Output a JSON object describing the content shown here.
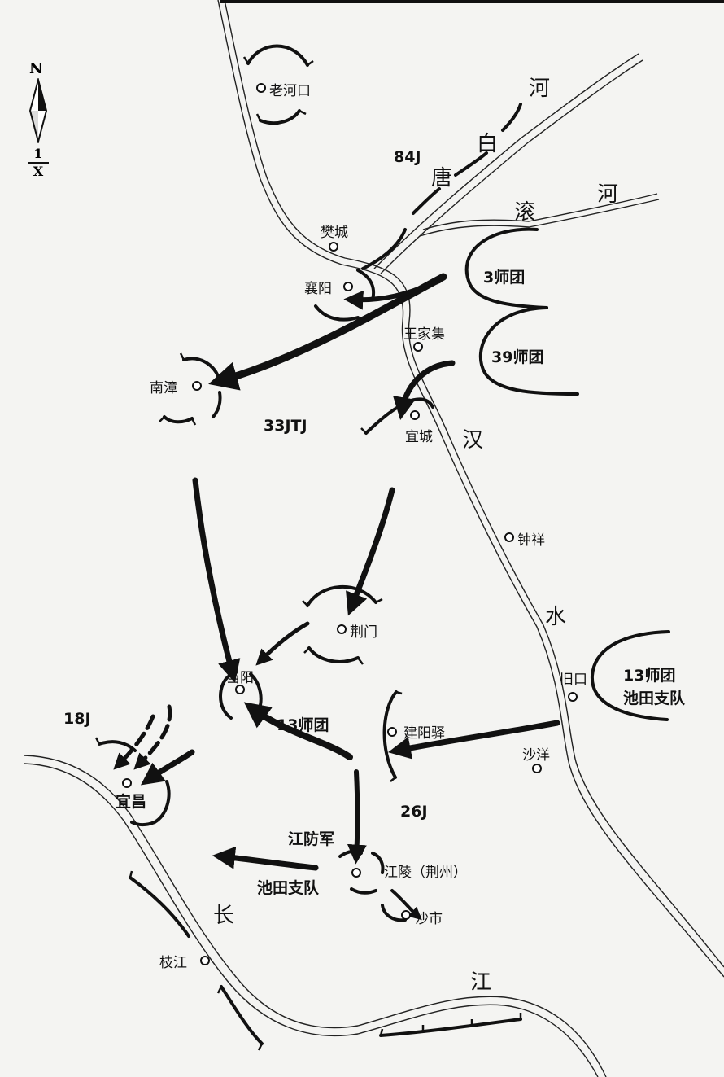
{
  "compass": {
    "north": "N"
  },
  "scale": {
    "numerator": "1",
    "denominator": "X"
  },
  "rivers": {
    "tangbai_1": "河",
    "tangbai_2": "白",
    "tangbai_3": "唐",
    "gun_1": "滚",
    "gun_2": "河",
    "han_1": "汉",
    "han_2": "水",
    "chang_1": "长",
    "chang_2": "江"
  },
  "cities": {
    "laohekou": "老河口",
    "fancheng": "樊城",
    "xiangyang": "襄阳",
    "wangjiaji": "王家集",
    "nanzhang": "南漳",
    "yicheng": "宜城",
    "zhongxiang": "钟祥",
    "jingmen": "荆门",
    "dangyang": "当阳",
    "jiukou": "旧口",
    "jianyangyi": "建阳驿",
    "shayang": "沙洋",
    "yichang": "宜昌",
    "jiangling": "江陵（荆州）",
    "shashi": "沙市",
    "zhijiang": "枝江"
  },
  "units": {
    "j84": "84J",
    "div3": "3师团",
    "div39": "39师团",
    "jtj33": "33JTJ",
    "div13_ikeda_1": "13师团",
    "div13_ikeda_2": "池田支队",
    "j18": "18J",
    "div13": "13师团",
    "j26": "26J",
    "jiangfang": "江防军",
    "ikeda": "池田支队"
  },
  "colors": {
    "ink": "#111111",
    "paper": "#f4f4f2"
  }
}
